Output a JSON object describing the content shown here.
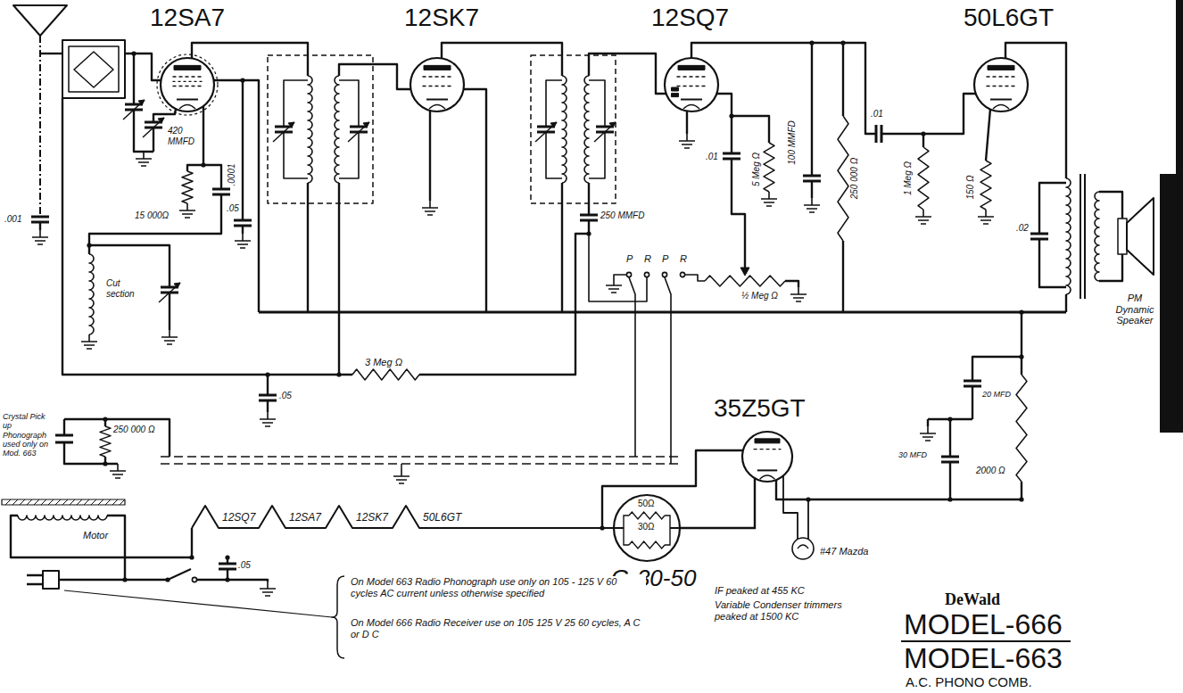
{
  "diagram": {
    "nodes": [
      {
        "text": [
          "12SA7"
        ]
      },
      {
        "text": [
          "12SK7"
        ]
      },
      {
        "text": [
          "12SQ7"
        ]
      },
      {
        "text": [
          "50L6GT"
        ]
      },
      {
        "text": [
          "35Z5GT"
        ]
      },
      {
        "text": [
          "G-30-50",
          "50Ω",
          "30Ω"
        ]
      }
    ],
    "edges": [
      {
        "from": 5,
        "to": 4,
        "arrow": "none"
      }
    ],
    "labels": [
      "420 MMFD",
      ".0001",
      "15 000Ω",
      "Cut section",
      ".05",
      ".001",
      "250 MMFD",
      ".01",
      "5 Meg Ω",
      "100 MMFD",
      "250 000 Ω",
      ".01",
      "1 Meg Ω",
      "150 Ω",
      ".02",
      "PM Dynamic Speaker",
      "P",
      "R",
      "P",
      "R",
      "½ Meg Ω",
      "3 Meg Ω",
      ".05",
      "20 MFD",
      "30 MFD",
      "2000 Ω",
      "Crystal Pick up Phonograph used only on Mod. 663",
      "250 000 Ω",
      "12SQ7",
      "12SA7",
      "12SK7",
      "50L6GT",
      "Motor",
      ".05",
      "#47 Mazda",
      "On Model 663 Radio Phonograph use only on 105 - 125 V 60 cycles AC current unless otherwise specified",
      "On Model 666 Radio Receiver use on 105 125 V 25 60 cycles, A C or D C",
      "IF peaked at 455 KC",
      "Variable Condenser trimmers peaked at 1500 KC",
      "DeWald",
      "MODEL-666",
      "MODEL-663",
      "A.C. PHONO COMB."
    ]
  }
}
